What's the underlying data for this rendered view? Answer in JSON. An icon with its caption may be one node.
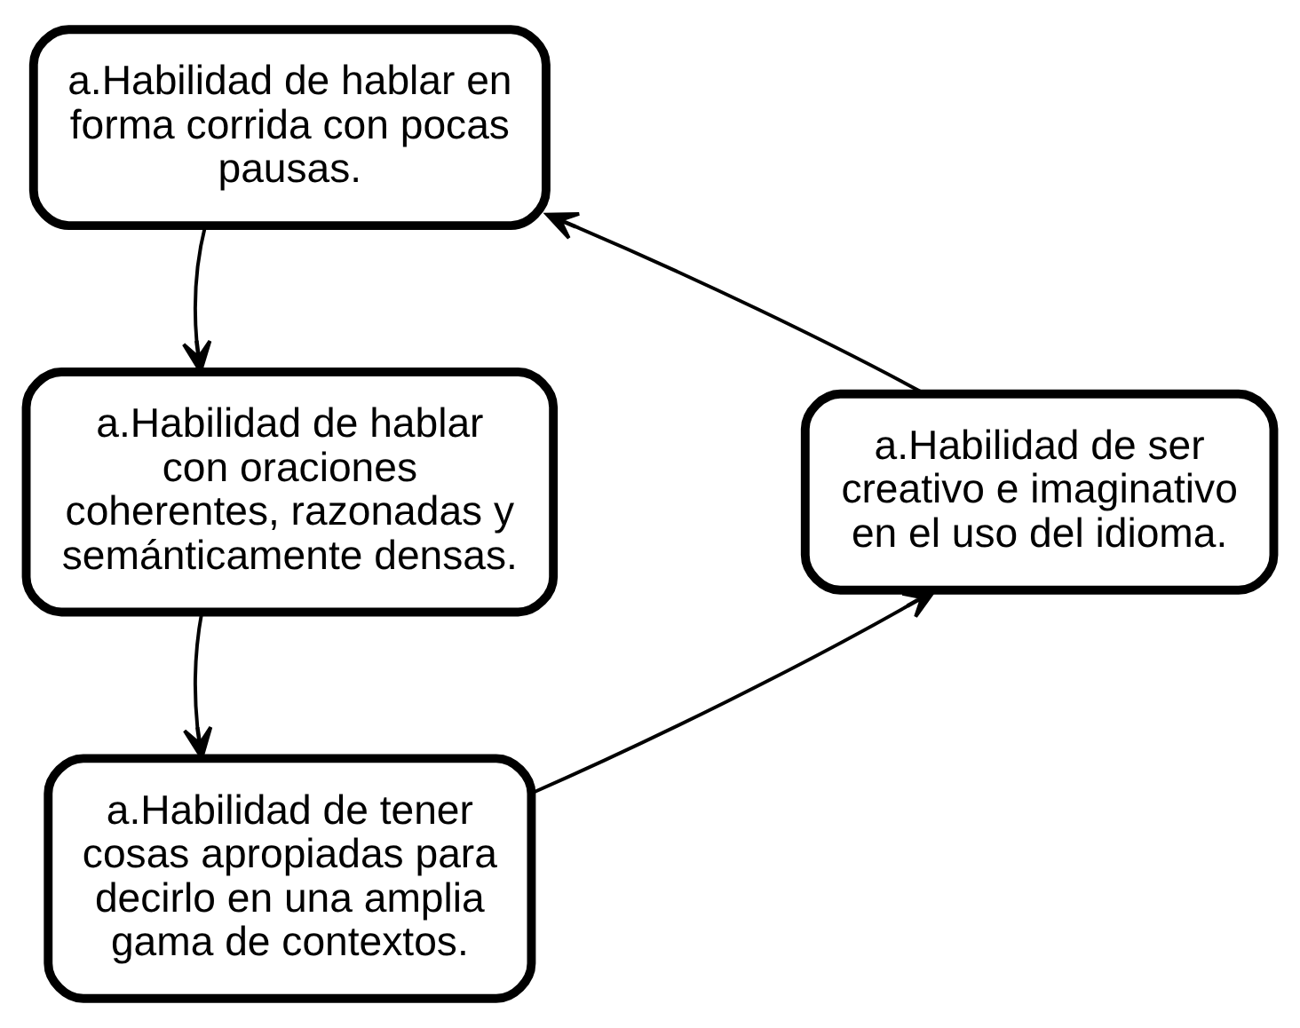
{
  "diagram": {
    "nodes": [
      {
        "text": [
          "a.Habilidad de hablar en forma corrida con pocas pausas."
        ]
      },
      {
        "text": [
          "a.Habilidad de hablar con oraciones coherentes, razonadas y semánticamente densas."
        ]
      },
      {
        "text": [
          "a.Habilidad de tener cosas apropiadas para decirlo en una amplia gama de contextos."
        ]
      },
      {
        "text": [
          "a.Habilidad de ser creativo e imaginativo en el uso del idioma."
        ]
      }
    ],
    "edges": [
      {
        "from": 0,
        "to": 1,
        "arrow": "to"
      },
      {
        "from": 1,
        "to": 2,
        "arrow": "to"
      },
      {
        "from": 2,
        "to": 3,
        "arrow": "to"
      },
      {
        "from": 3,
        "to": 0,
        "arrow": "to"
      }
    ]
  }
}
